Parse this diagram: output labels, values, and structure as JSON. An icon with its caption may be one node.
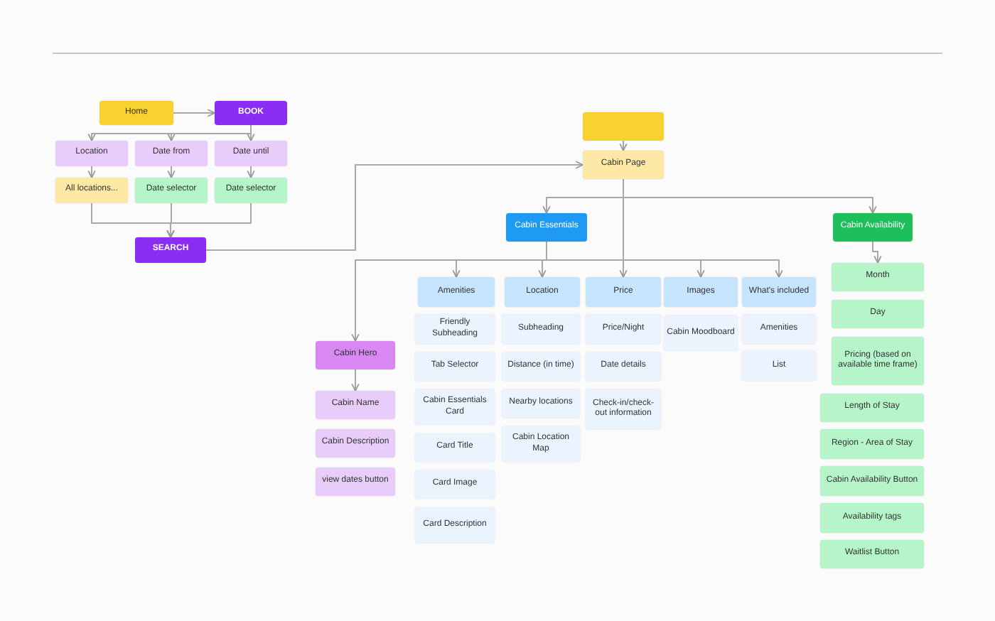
{
  "diagram": {
    "nodes": [
      {
        "text": [
          "Home"
        ]
      },
      {
        "text": [
          "BOOK"
        ]
      },
      {
        "text": [
          "Location"
        ]
      },
      {
        "text": [
          "Date from"
        ]
      },
      {
        "text": [
          "Date until"
        ]
      },
      {
        "text": [
          "All locations..."
        ]
      },
      {
        "text": [
          "Date selector"
        ]
      },
      {
        "text": [
          "Date selector"
        ]
      },
      {
        "text": [
          "SEARCH"
        ]
      },
      {
        "text": [],
        "shape": "box"
      },
      {
        "text": [
          "Cabin Page"
        ]
      },
      {
        "text": [
          "Cabin Essentials"
        ]
      },
      {
        "text": [
          "Cabin Availability"
        ]
      },
      {
        "text": [
          "Cabin Hero"
        ]
      },
      {
        "text": [
          "Cabin Name"
        ]
      },
      {
        "text": [
          "Cabin Description"
        ]
      },
      {
        "text": [
          "view dates button"
        ]
      },
      {
        "text": [
          "Amenities"
        ]
      },
      {
        "text": [
          "Friendly Subheading"
        ]
      },
      {
        "text": [
          "Tab Selector"
        ]
      },
      {
        "text": [
          "Cabin Essentials Card"
        ]
      },
      {
        "text": [
          "Card Title"
        ]
      },
      {
        "text": [
          "Card Image"
        ]
      },
      {
        "text": [
          "Card Description"
        ]
      },
      {
        "text": [
          "Location"
        ]
      },
      {
        "text": [
          "Subheading"
        ]
      },
      {
        "text": [
          "Distance (in time)"
        ]
      },
      {
        "text": [
          "Nearby locations"
        ]
      },
      {
        "text": [
          "Cabin Location Map"
        ]
      },
      {
        "text": [
          "Price"
        ]
      },
      {
        "text": [
          "Price/Night"
        ]
      },
      {
        "text": [
          "Date details"
        ]
      },
      {
        "text": [
          "Check-in/check-out information"
        ]
      },
      {
        "text": [
          "Images"
        ]
      },
      {
        "text": [
          "Cabin Moodboard"
        ]
      },
      {
        "text": [
          "What's included"
        ]
      },
      {
        "text": [
          "Amenities"
        ]
      },
      {
        "text": [
          "List"
        ]
      },
      {
        "text": [
          "Month"
        ]
      },
      {
        "text": [
          "Day"
        ]
      },
      {
        "text": [
          "Pricing (based on available time frame)"
        ]
      },
      {
        "text": [
          "Length of Stay"
        ]
      },
      {
        "text": [
          "Region - Area of Stay"
        ]
      },
      {
        "text": [
          "Cabin Availability Button"
        ]
      },
      {
        "text": [
          "Availability tags"
        ]
      },
      {
        "text": [
          "Waitlist Button"
        ]
      }
    ],
    "edges": [
      {
        "from": 0,
        "to": 1,
        "arrow": "to"
      },
      {
        "from": 1,
        "to": 2,
        "arrow": "to"
      },
      {
        "from": 1,
        "to": 3,
        "arrow": "to"
      },
      {
        "from": 1,
        "to": 4,
        "arrow": "to"
      },
      {
        "from": 2,
        "to": 5,
        "arrow": "to"
      },
      {
        "from": 3,
        "to": 6,
        "arrow": "to"
      },
      {
        "from": 4,
        "to": 7,
        "arrow": "to"
      },
      {
        "from": 5,
        "to": 8,
        "arrow": "to"
      },
      {
        "from": 6,
        "to": 8,
        "arrow": "to"
      },
      {
        "from": 7,
        "to": 8,
        "arrow": "to"
      },
      {
        "from": 8,
        "to": 10,
        "arrow": "to"
      },
      {
        "from": 9,
        "to": 10,
        "arrow": "to"
      },
      {
        "from": 10,
        "to": 11,
        "arrow": "to"
      },
      {
        "from": 10,
        "to": 12,
        "arrow": "to"
      },
      {
        "from": 10,
        "to": 13,
        "arrow": "to"
      },
      {
        "from": 11,
        "to": 17,
        "arrow": "to"
      },
      {
        "from": 11,
        "to": 24,
        "arrow": "to"
      },
      {
        "from": 11,
        "to": 29,
        "arrow": "to"
      },
      {
        "from": 11,
        "to": 33,
        "arrow": "to"
      },
      {
        "from": 11,
        "to": 35,
        "arrow": "to"
      },
      {
        "from": 13,
        "to": 14,
        "arrow": "to"
      },
      {
        "from": 12,
        "to": 38,
        "arrow": "to"
      }
    ]
  }
}
